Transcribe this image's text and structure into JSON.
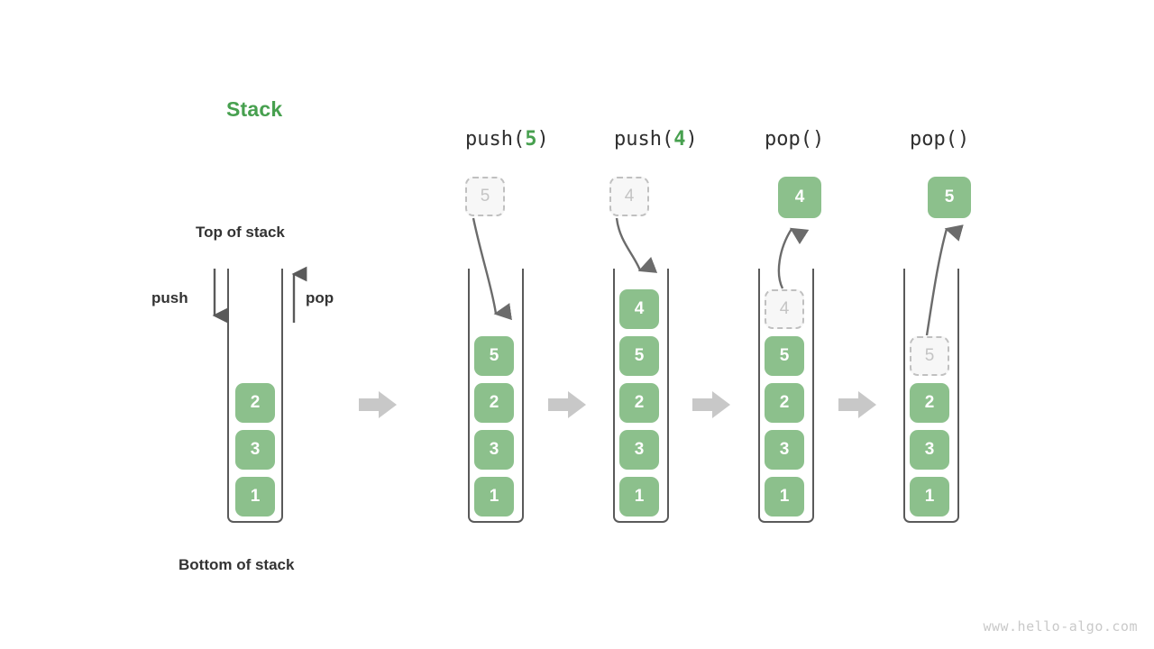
{
  "title": "Stack",
  "labels": {
    "top_of_stack": "Top of stack",
    "bottom_of_stack": "Bottom of stack",
    "push": "push",
    "pop": "pop"
  },
  "colors": {
    "accent_green": "#47a04f",
    "cell_green": "#8cc08c",
    "ghost_border": "#c0c0c0",
    "ghost_fill": "#f7f7f7",
    "ghost_text": "#c4c4c4",
    "container_stroke": "#5a5a5a",
    "arrow_gray": "#6b6b6b",
    "chevron_gray": "#c8c8c8",
    "label_dark": "#333333",
    "watermark": "#c9c9c9"
  },
  "columns": [
    {
      "id": "initial",
      "header_prefix": "",
      "header_arg": "",
      "header_suffix": "",
      "cells": [
        "2",
        "3",
        "1"
      ],
      "floating": null,
      "gap_slots": 0
    },
    {
      "id": "push-5",
      "header_prefix": "push(",
      "header_arg": "5",
      "header_suffix": ")",
      "cells": [
        "5",
        "2",
        "3",
        "1"
      ],
      "floating": {
        "value": "5",
        "style": "ghost",
        "direction": "down"
      },
      "gap_slots": 0
    },
    {
      "id": "push-4",
      "header_prefix": "push(",
      "header_arg": "4",
      "header_suffix": ")",
      "cells": [
        "4",
        "5",
        "2",
        "3",
        "1"
      ],
      "floating": {
        "value": "4",
        "style": "ghost",
        "direction": "down"
      },
      "gap_slots": 0
    },
    {
      "id": "pop-4",
      "header_prefix": "pop(",
      "header_arg": "",
      "header_suffix": ")",
      "cells": [
        "4",
        "5",
        "2",
        "3",
        "1"
      ],
      "top_is_ghost": true,
      "floating": {
        "value": "4",
        "style": "filled",
        "direction": "up"
      },
      "gap_slots": 0
    },
    {
      "id": "pop-5",
      "header_prefix": "pop(",
      "header_arg": "",
      "header_suffix": ")",
      "cells": [
        "5",
        "2",
        "3",
        "1"
      ],
      "top_is_ghost": true,
      "floating": {
        "value": "5",
        "style": "filled",
        "direction": "up"
      },
      "gap_slots": 1
    }
  ],
  "watermark": "www.hello-algo.com"
}
